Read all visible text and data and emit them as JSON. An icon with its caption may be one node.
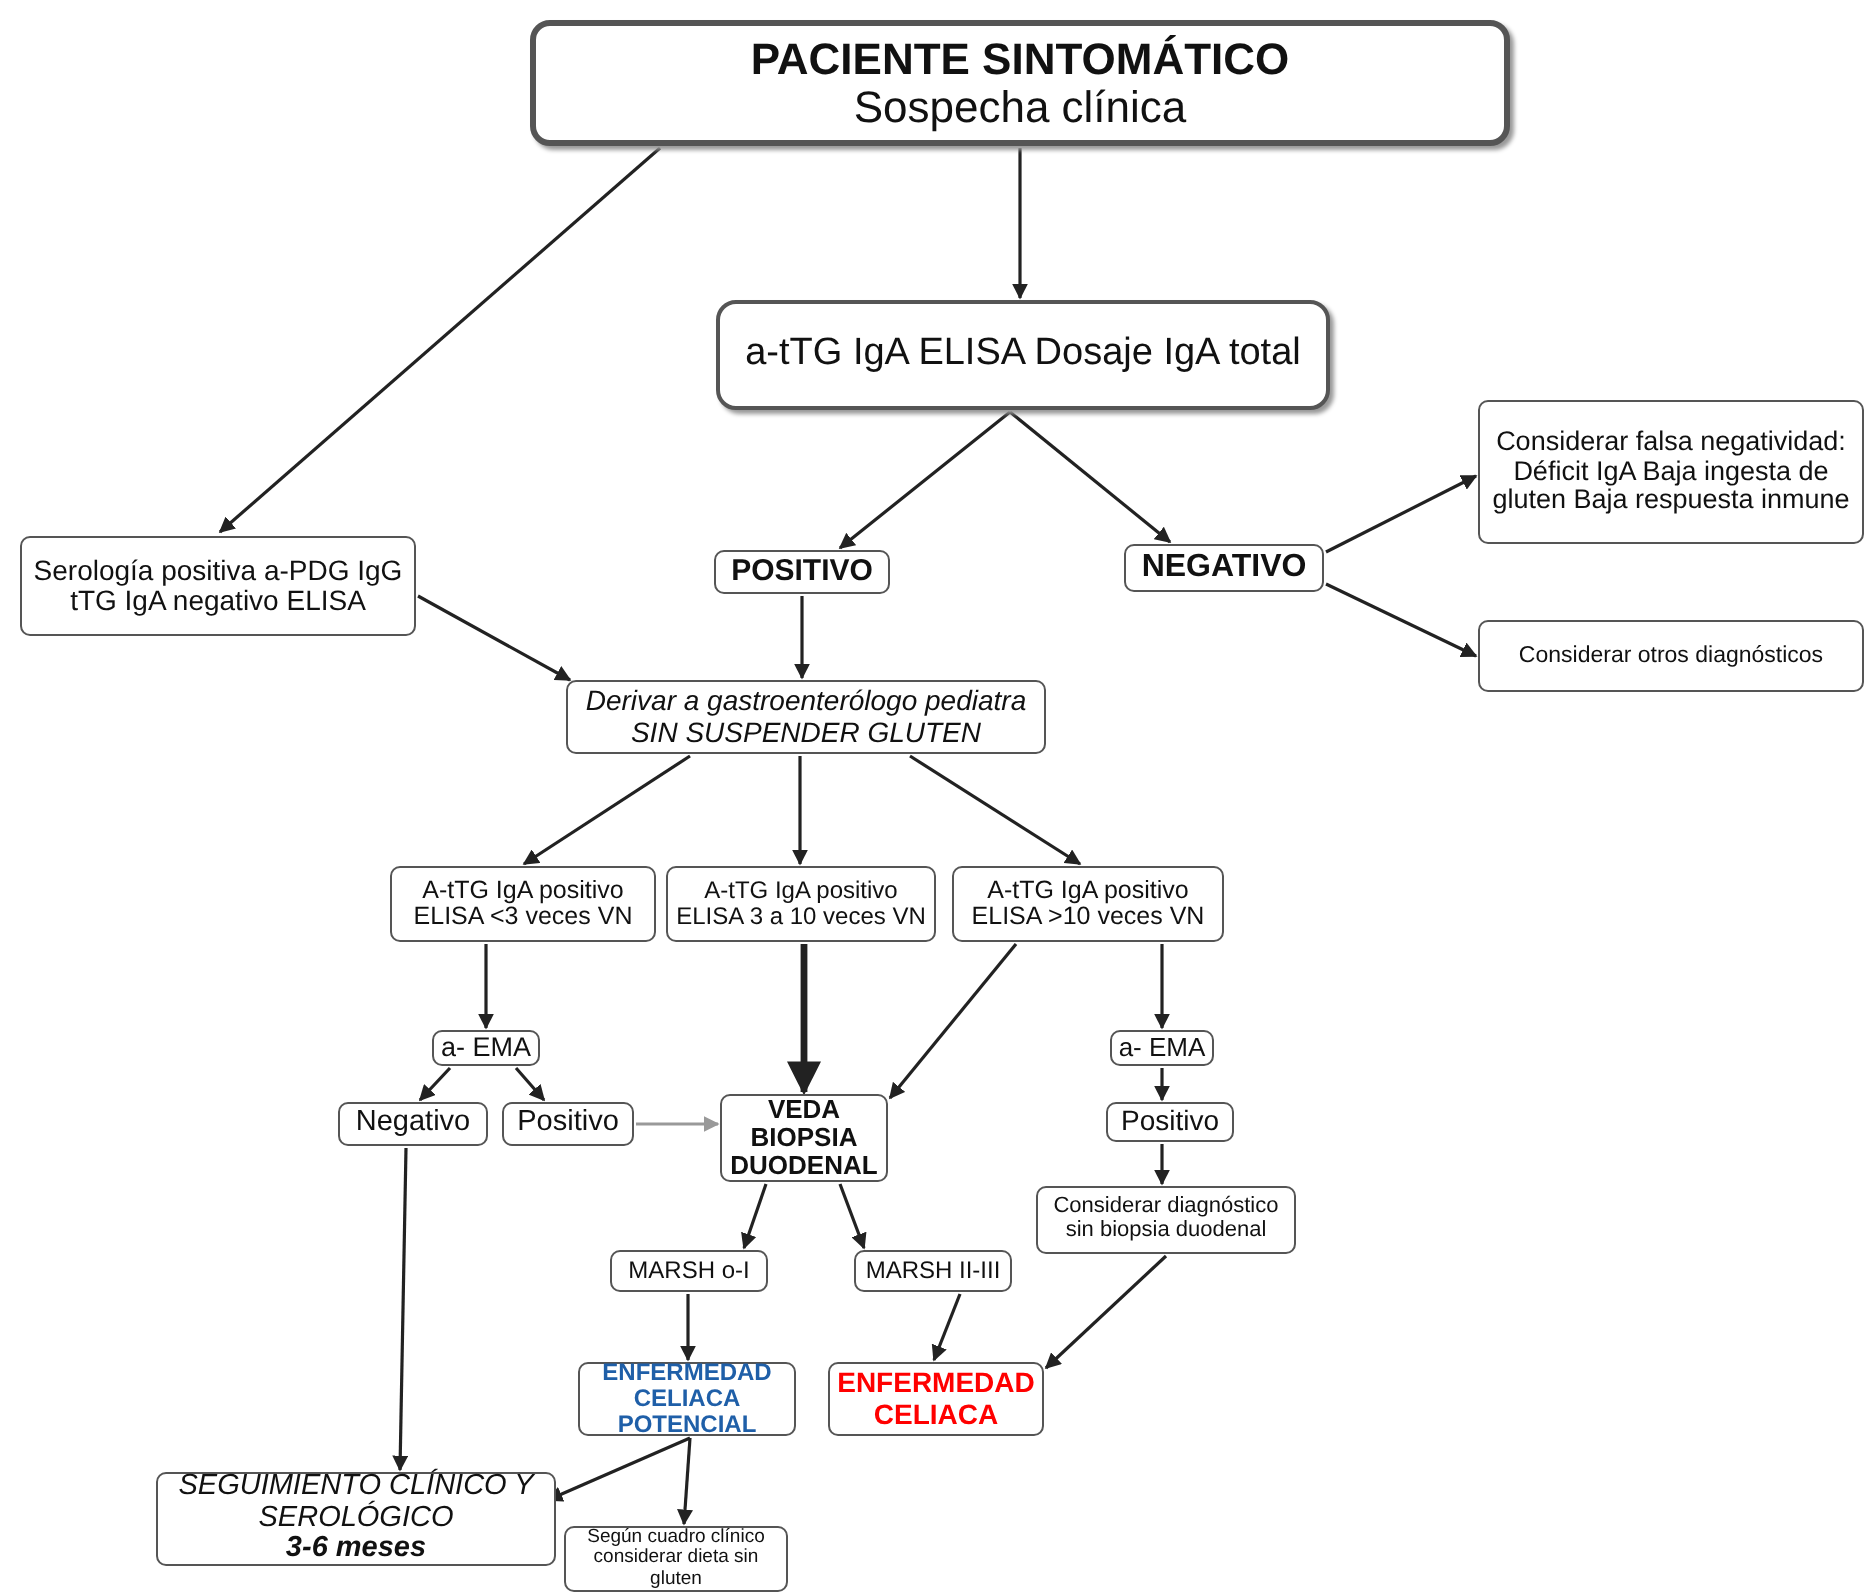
{
  "diagram": {
    "nodes": [
      {
        "text": [
          "PACIENTE SINTOMÁTICO",
          "Sospecha clínica"
        ]
      },
      {
        "text": [
          "a-tTG IgA ELISA Dosaje IgA total"
        ]
      },
      {
        "text": [
          "Serología positiva a-PDG IgG tTG IgA negativo ELISA"
        ]
      },
      {
        "text": [
          "POSITIVO"
        ]
      },
      {
        "text": [
          "NEGATIVO"
        ]
      },
      {
        "text": [
          "Considerar falsa negatividad: Déficit IgA Baja ingesta de gluten Baja respuesta inmune"
        ]
      },
      {
        "text": [
          "Considerar otros diagnósticos"
        ]
      },
      {
        "text": [
          "Derivar a gastroenterólogo pediatra SIN SUSPENDER GLUTEN"
        ]
      },
      {
        "text": [
          "A-tTG IgA positivo ELISA <3 veces VN"
        ]
      },
      {
        "text": [
          "A-tTG IgA positivo ELISA 3 a 10 veces VN"
        ]
      },
      {
        "text": [
          "A-tTG IgA positivo ELISA >10 veces VN"
        ]
      },
      {
        "text": [
          "a- EMA"
        ]
      },
      {
        "text": [
          "a- EMA"
        ]
      },
      {
        "text": [
          "Negativo"
        ]
      },
      {
        "text": [
          "Positivo"
        ]
      },
      {
        "text": [
          "VEDA BIOPSIA DUODENAL"
        ]
      },
      {
        "text": [
          "Positivo"
        ]
      },
      {
        "text": [
          "Considerar diagnóstico sin biopsia duodenal"
        ]
      },
      {
        "text": [
          "MARSH o-I"
        ]
      },
      {
        "text": [
          "MARSH II-III"
        ]
      },
      {
        "text": [
          "ENFERMEDAD CELIACA POTENCIAL"
        ]
      },
      {
        "text": [
          "ENFERMEDAD CELIACA"
        ]
      },
      {
        "text": [
          "SEGUIMIENTO CLÍNICO Y SEROLÓGICO",
          "3-6 meses"
        ]
      },
      {
        "text": [
          "Según cuadro clínico considerar dieta sin gluten"
        ]
      }
    ],
    "edges": [
      {
        "from": 0,
        "to": 2,
        "arrow": "to"
      },
      {
        "from": 0,
        "to": 1,
        "arrow": "to"
      },
      {
        "from": 1,
        "to": 3,
        "arrow": "to"
      },
      {
        "from": 1,
        "to": 4,
        "arrow": "to"
      },
      {
        "from": 4,
        "to": 5,
        "arrow": "to"
      },
      {
        "from": 4,
        "to": 6,
        "arrow": "to"
      },
      {
        "from": 3,
        "to": 7,
        "arrow": "to"
      },
      {
        "from": 2,
        "to": 7,
        "arrow": "to"
      },
      {
        "from": 7,
        "to": 8,
        "arrow": "to"
      },
      {
        "from": 7,
        "to": 9,
        "arrow": "to"
      },
      {
        "from": 7,
        "to": 10,
        "arrow": "to"
      },
      {
        "from": 8,
        "to": 11,
        "arrow": "to"
      },
      {
        "from": 9,
        "to": 15,
        "arrow": "to",
        "style": "thick"
      },
      {
        "from": 10,
        "to": 15,
        "arrow": "to"
      },
      {
        "from": 10,
        "to": 12,
        "arrow": "to"
      },
      {
        "from": 11,
        "to": 13,
        "arrow": "to"
      },
      {
        "from": 11,
        "to": 14,
        "arrow": "to"
      },
      {
        "from": 14,
        "to": 15,
        "arrow": "to",
        "color": "#999999"
      },
      {
        "from": 13,
        "to": 22,
        "arrow": "to"
      },
      {
        "from": 12,
        "to": 16,
        "arrow": "to"
      },
      {
        "from": 16,
        "to": 17,
        "arrow": "to"
      },
      {
        "from": 15,
        "to": 18,
        "arrow": "to"
      },
      {
        "from": 15,
        "to": 19,
        "arrow": "to"
      },
      {
        "from": 18,
        "to": 20,
        "arrow": "to"
      },
      {
        "from": 19,
        "to": 21,
        "arrow": "to"
      },
      {
        "from": 17,
        "to": 21,
        "arrow": "to"
      },
      {
        "from": 20,
        "to": 22,
        "arrow": "to"
      },
      {
        "from": 20,
        "to": 23,
        "arrow": "to"
      }
    ]
  }
}
